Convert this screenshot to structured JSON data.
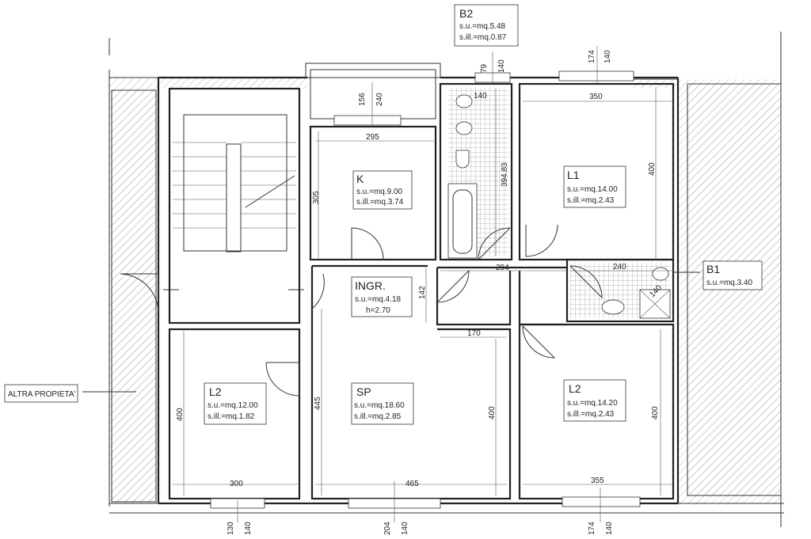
{
  "rooms": {
    "b2": {
      "name": "B2",
      "su": "s.u.=mq.5.48",
      "sill": "s.ill.=mq.0.87"
    },
    "k": {
      "name": "K",
      "su": "s.u.=mq.9.00",
      "sill": "s.ill.=mq.3.74"
    },
    "l1": {
      "name": "L1",
      "su": "s.u.=mq.14.00",
      "sill": "s.ill.=mq.2.43"
    },
    "b1": {
      "name": "B1",
      "su": "s.u.=mq.3.40"
    },
    "ingr": {
      "name": "INGR.",
      "su": "s.u.=mq.4.18",
      "h": "h=2.70"
    },
    "l2_left": {
      "name": "L2",
      "su": "s.u.=mq.12.00",
      "sill": "s.ill.=mq.1.82"
    },
    "sp": {
      "name": "SP",
      "su": "s.u.=mq.18.60",
      "sill": "s.ill.=mq.2.85"
    },
    "l2_right": {
      "name": "L2",
      "su": "s.u.=mq.14.20",
      "sill": "s.ill.=mq.2.43"
    }
  },
  "altra_propieta": "ALTRA PROPIETA'",
  "dims": {
    "b2_w1": "79",
    "b2_w2": "140",
    "l1_w1": "174",
    "l1_w2": "140",
    "k_w1": "156",
    "k_w2": "240",
    "l1_width": "350",
    "l1_height": "400",
    "k_width": "295",
    "k_height": "305",
    "bath_width": "140",
    "bath_height": "394.83",
    "corr_width": "294",
    "b1_width": "240",
    "b1_shower": "140",
    "ingr_h": "142",
    "sp_top": "170",
    "l2l_height": "400",
    "l2l_width": "300",
    "sp_left": "445",
    "sp_height": "400",
    "sp_width": "465",
    "l2r_height": "400",
    "l2r_width": "355",
    "bot_w1a": "130",
    "bot_w1b": "140",
    "bot_w2a": "204",
    "bot_w2b": "140",
    "bot_w3a": "174",
    "bot_w3b": "140"
  }
}
